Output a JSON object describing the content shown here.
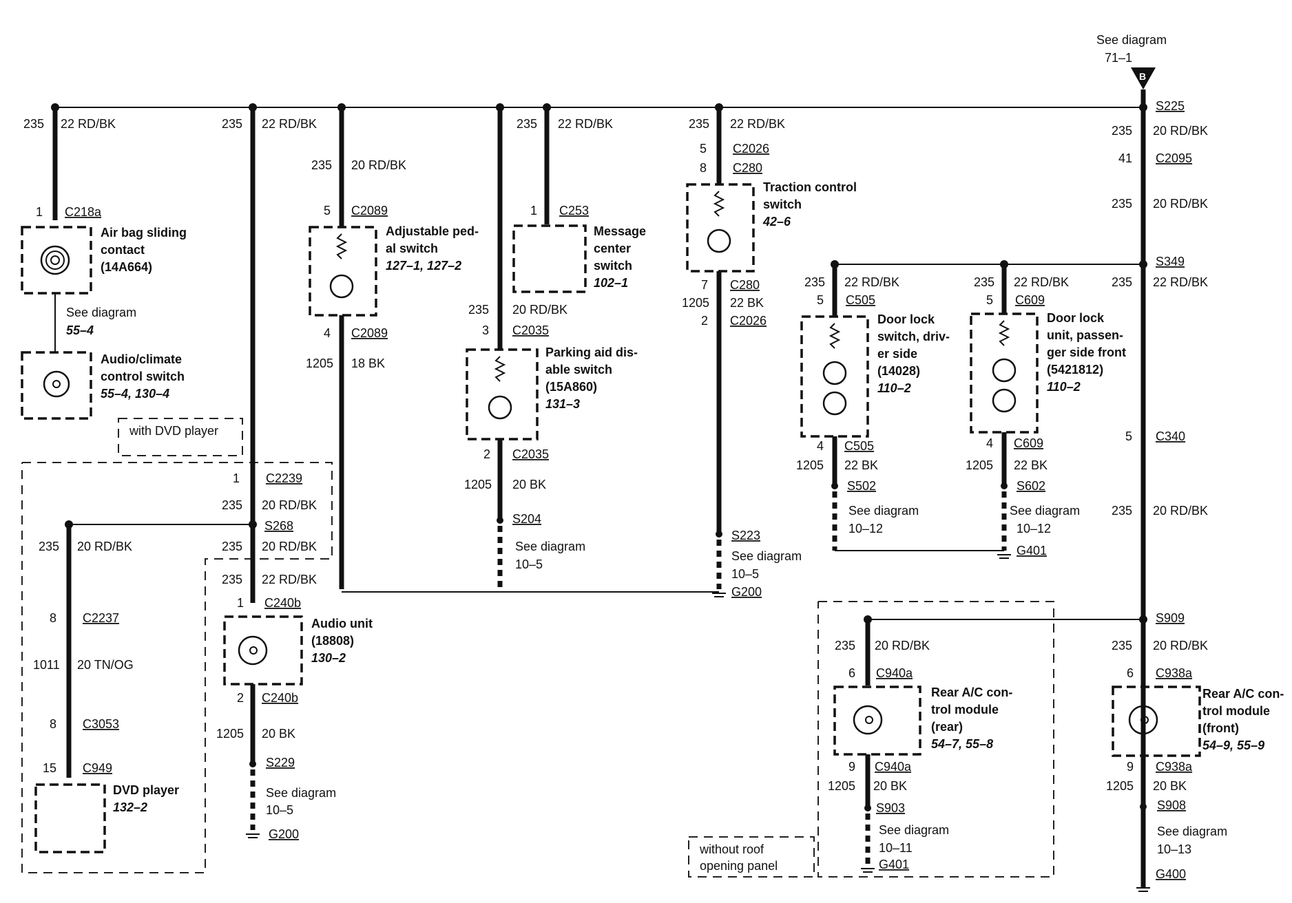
{
  "header": {
    "see_diagram_label": "See diagram",
    "see_diagram_ref": "71–1",
    "connector_letter": "B"
  },
  "splices": {
    "s225": "S225",
    "s349": "S349",
    "s909": "S909",
    "s268": "S268",
    "s204": "S204",
    "s223": "S223",
    "s229": "S229",
    "s502": "S502",
    "s602": "S602",
    "s903": "S903",
    "s908": "S908"
  },
  "grounds": {
    "g200a": "G200",
    "g200b": "G200",
    "g401a": "G401",
    "g401b": "G401",
    "g400": "G400"
  },
  "wires": {
    "c235": "235",
    "c1205": "1205",
    "c1011": "1011",
    "c41": "41",
    "rdbk22": "22 RD/BK",
    "rdbk20": "20 RD/BK",
    "bk18": "18 BK",
    "bk20": "20 BK",
    "bk22": "22 BK",
    "tnog": "20 TN/OG"
  },
  "pins": {
    "p1": "1",
    "p2": "2",
    "p3": "3",
    "p4": "4",
    "p5": "5",
    "p6": "6",
    "p7": "7",
    "p8": "8",
    "p9": "9",
    "p15": "15"
  },
  "connectors": {
    "c218a": "C218a",
    "c2089": "C2089",
    "c253": "C253",
    "c2035": "C2035",
    "c2026": "C2026",
    "c280": "C280",
    "c2095": "C2095",
    "c505": "C505",
    "c609": "C609",
    "c340": "C340",
    "c2239": "C2239",
    "c2237": "C2237",
    "c3053": "C3053",
    "c949": "C949",
    "c240b": "C240b",
    "c940a": "C940a",
    "c938a": "C938a"
  },
  "components": {
    "airbag": {
      "line1": "Air bag sliding",
      "line2": "contact",
      "line3": "(14A664)"
    },
    "audio_climate": {
      "line1": "Audio/climate",
      "line2": "control switch",
      "ref": "55–4, 130–4"
    },
    "pedal": {
      "line1": "Adjustable ped-",
      "line2": "al switch",
      "ref": "127–1, 127–2"
    },
    "message": {
      "line1": "Message",
      "line2": "center",
      "line3": "switch",
      "ref": "102–1"
    },
    "parking": {
      "line1": "Parking aid dis-",
      "line2": "able switch",
      "line3": "(15A860)",
      "ref": "131–3"
    },
    "traction": {
      "line1": "Traction control",
      "line2": "switch",
      "ref": "42–6"
    },
    "doorlock_driver": {
      "line1": "Door lock",
      "line2": "switch, driv-",
      "line3": "er side",
      "line4": "(14028)",
      "ref": "110–2"
    },
    "doorlock_pass": {
      "line1": "Door lock",
      "line2": "unit, passen-",
      "line3": "ger side front",
      "line4": "(5421812)",
      "ref": "110–2"
    },
    "audio_unit": {
      "line1": "Audio unit",
      "line2": "(18808)",
      "ref": "130–2"
    },
    "dvd": {
      "line1": "DVD player",
      "ref": "132–2"
    },
    "rear_ac_rear": {
      "line1": "Rear A/C con-",
      "line2": "trol module",
      "line3": "(rear)",
      "ref": "54–7, 55–8"
    },
    "rear_ac_front": {
      "line1": "Rear A/C con-",
      "line2": "trol module",
      "line3": "(front)",
      "ref": "54–9, 55–9"
    }
  },
  "notes": {
    "see_diagram": "See diagram",
    "ref_55_4": "55–4",
    "ref_10_5a": "10–5",
    "ref_10_5b": "10–5",
    "ref_10_5c": "10–5",
    "ref_10_12a": "10–12",
    "ref_10_12b": "10–12",
    "ref_10_11": "10–11",
    "ref_10_13": "10–13",
    "with_dvd": "with DVD player",
    "without_roof_1": "without roof",
    "without_roof_2": "opening panel"
  }
}
